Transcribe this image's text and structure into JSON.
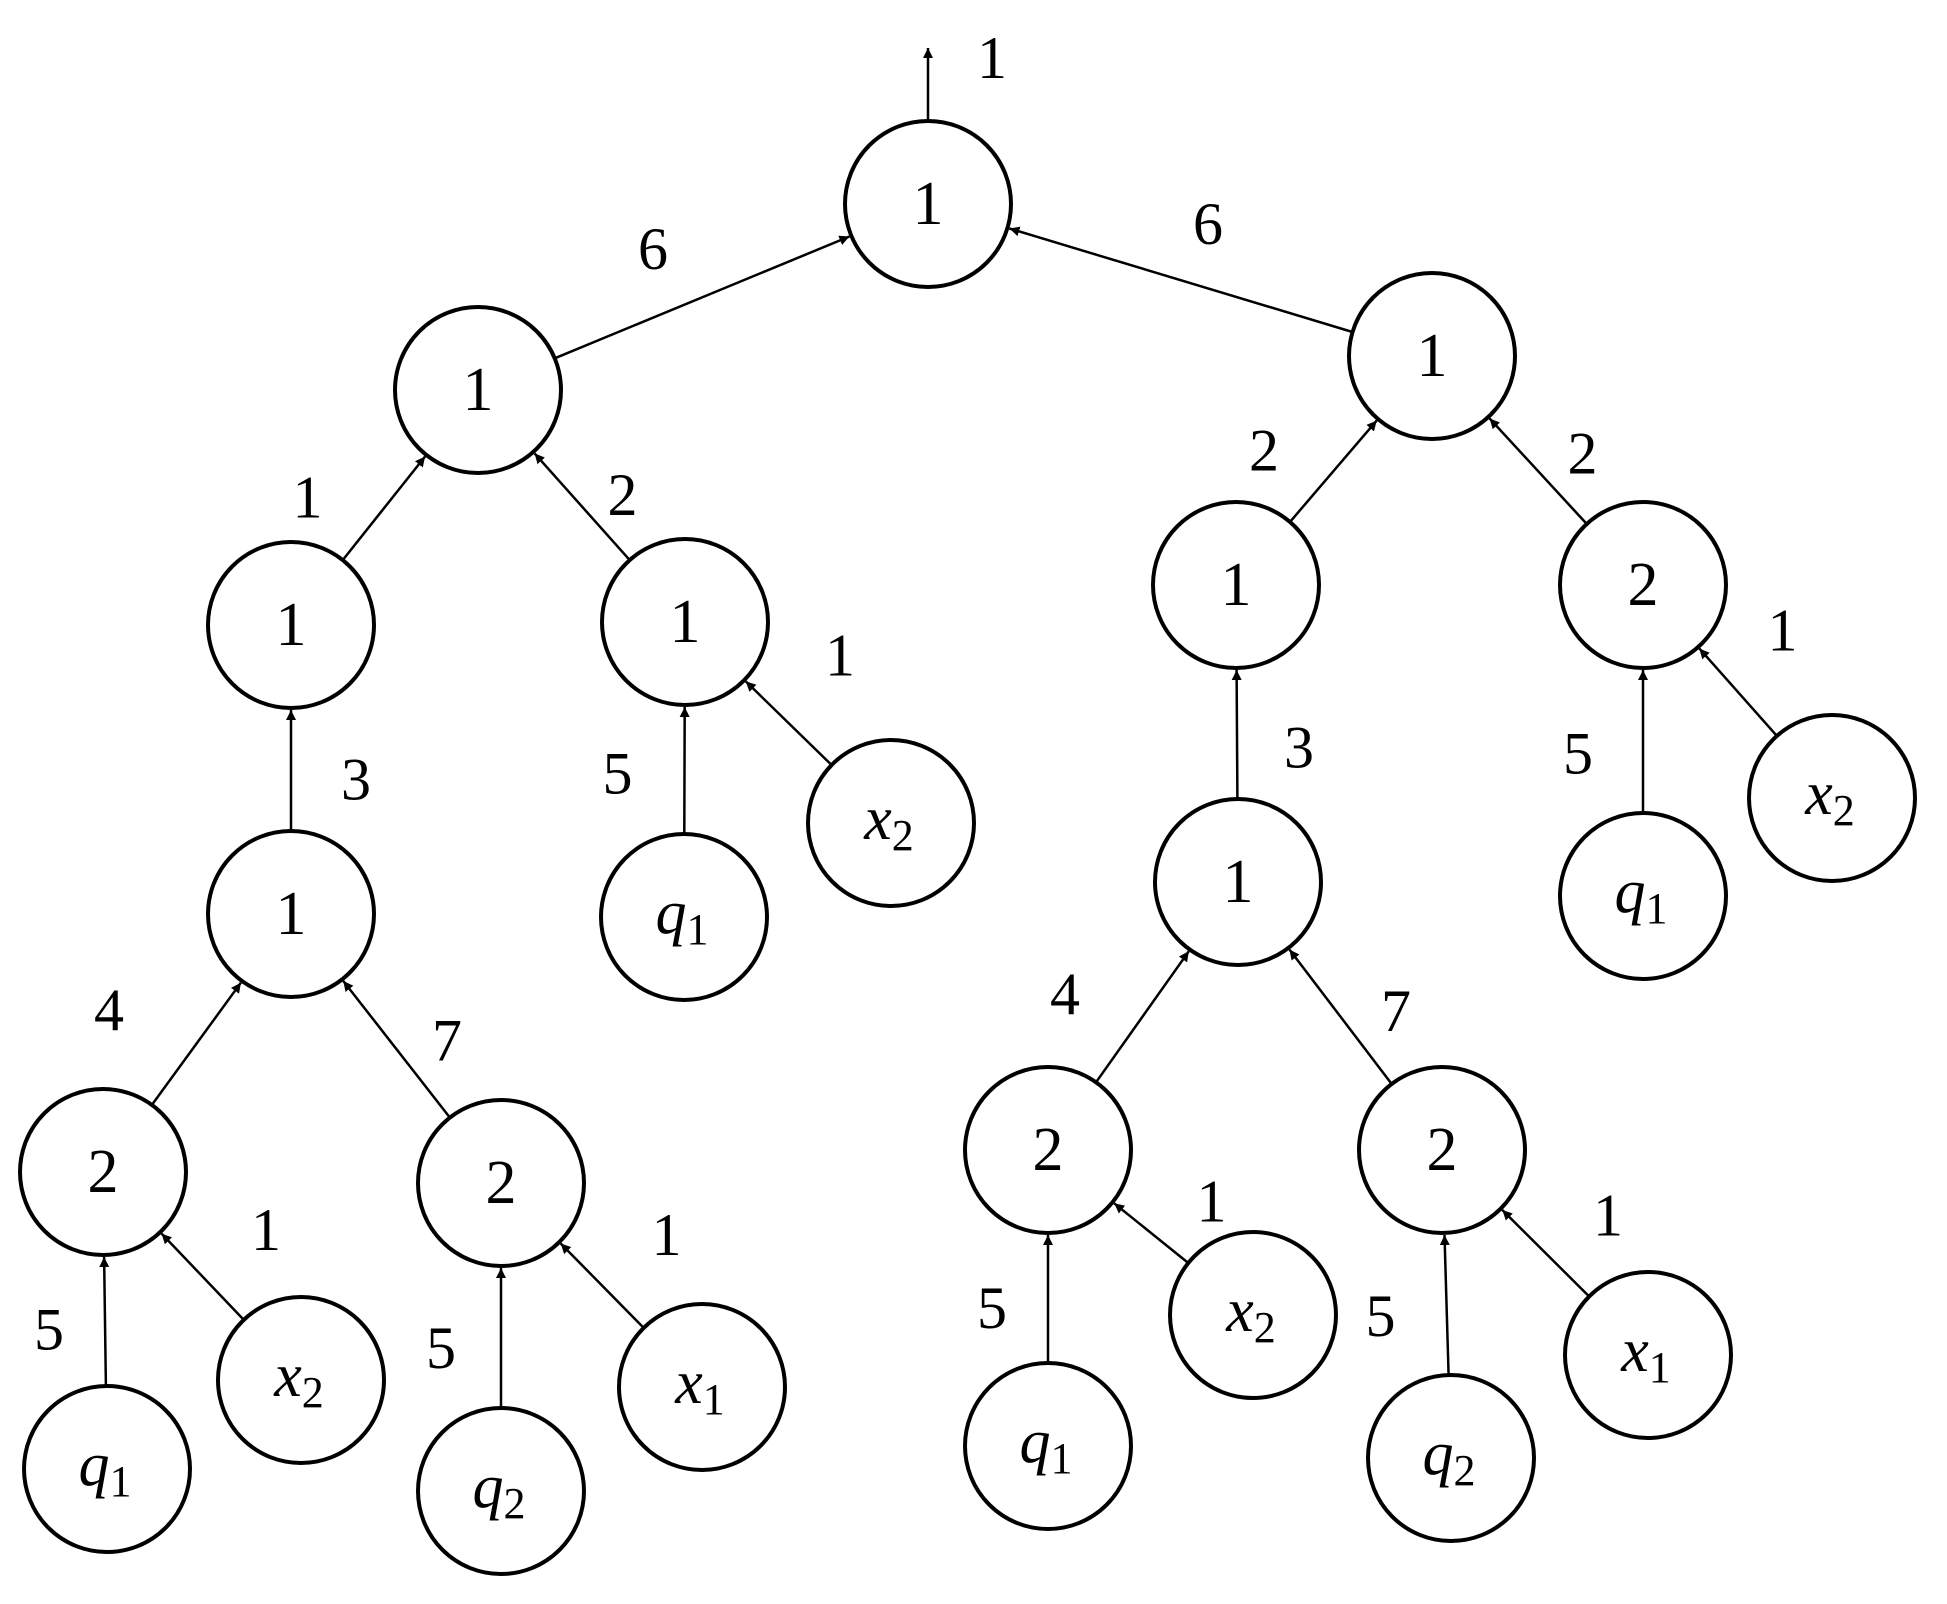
{
  "output_label": "1",
  "nodes": [
    {
      "id": "n0",
      "label": "1"
    },
    {
      "id": "n1",
      "label": "1"
    },
    {
      "id": "n2",
      "label": "1"
    },
    {
      "id": "n3",
      "label": "1"
    },
    {
      "id": "n4",
      "label": "1"
    },
    {
      "id": "n5",
      "label": "2"
    },
    {
      "id": "n6",
      "label": "2"
    },
    {
      "id": "n7",
      "label": "q",
      "sub": "1"
    },
    {
      "id": "n8",
      "label": "x",
      "sub": "2"
    },
    {
      "id": "n9",
      "label": "q",
      "sub": "1"
    },
    {
      "id": "n10",
      "label": "x",
      "sub": "2"
    },
    {
      "id": "n11",
      "label": "q",
      "sub": "2"
    },
    {
      "id": "n12",
      "label": "x",
      "sub": "1"
    },
    {
      "id": "n13",
      "label": "1"
    },
    {
      "id": "n14",
      "label": "1"
    },
    {
      "id": "n15",
      "label": "2"
    },
    {
      "id": "n16",
      "label": "1"
    },
    {
      "id": "n17",
      "label": "q",
      "sub": "1"
    },
    {
      "id": "n18",
      "label": "x",
      "sub": "2"
    },
    {
      "id": "n19",
      "label": "2"
    },
    {
      "id": "n20",
      "label": "2"
    },
    {
      "id": "n21",
      "label": "q",
      "sub": "1"
    },
    {
      "id": "n22",
      "label": "x",
      "sub": "2"
    },
    {
      "id": "n23",
      "label": "q",
      "sub": "2"
    },
    {
      "id": "n24",
      "label": "x",
      "sub": "1"
    }
  ],
  "edges": [
    {
      "from": "n1",
      "to": "n0",
      "label": "6"
    },
    {
      "from": "n13",
      "to": "n0",
      "label": "6"
    },
    {
      "from": "n2",
      "to": "n1",
      "label": "1"
    },
    {
      "from": "n3",
      "to": "n1",
      "label": "2"
    },
    {
      "from": "n4",
      "to": "n2",
      "label": "3"
    },
    {
      "from": "n5",
      "to": "n4",
      "label": "4"
    },
    {
      "from": "n6",
      "to": "n4",
      "label": "7"
    },
    {
      "from": "n9",
      "to": "n5",
      "label": "5"
    },
    {
      "from": "n10",
      "to": "n5",
      "label": "1"
    },
    {
      "from": "n11",
      "to": "n6",
      "label": "5"
    },
    {
      "from": "n12",
      "to": "n6",
      "label": "1"
    },
    {
      "from": "n7",
      "to": "n3",
      "label": "5"
    },
    {
      "from": "n8",
      "to": "n3",
      "label": "1"
    },
    {
      "from": "n14",
      "to": "n13",
      "label": "2"
    },
    {
      "from": "n15",
      "to": "n13",
      "label": "2"
    },
    {
      "from": "n16",
      "to": "n14",
      "label": "3"
    },
    {
      "from": "n19",
      "to": "n16",
      "label": "4"
    },
    {
      "from": "n20",
      "to": "n16",
      "label": "7"
    },
    {
      "from": "n21",
      "to": "n19",
      "label": "5"
    },
    {
      "from": "n22",
      "to": "n19",
      "label": "1"
    },
    {
      "from": "n23",
      "to": "n20",
      "label": "5"
    },
    {
      "from": "n24",
      "to": "n20",
      "label": "1"
    },
    {
      "from": "n17",
      "to": "n15",
      "label": "5"
    },
    {
      "from": "n18",
      "to": "n15",
      "label": "1"
    }
  ]
}
